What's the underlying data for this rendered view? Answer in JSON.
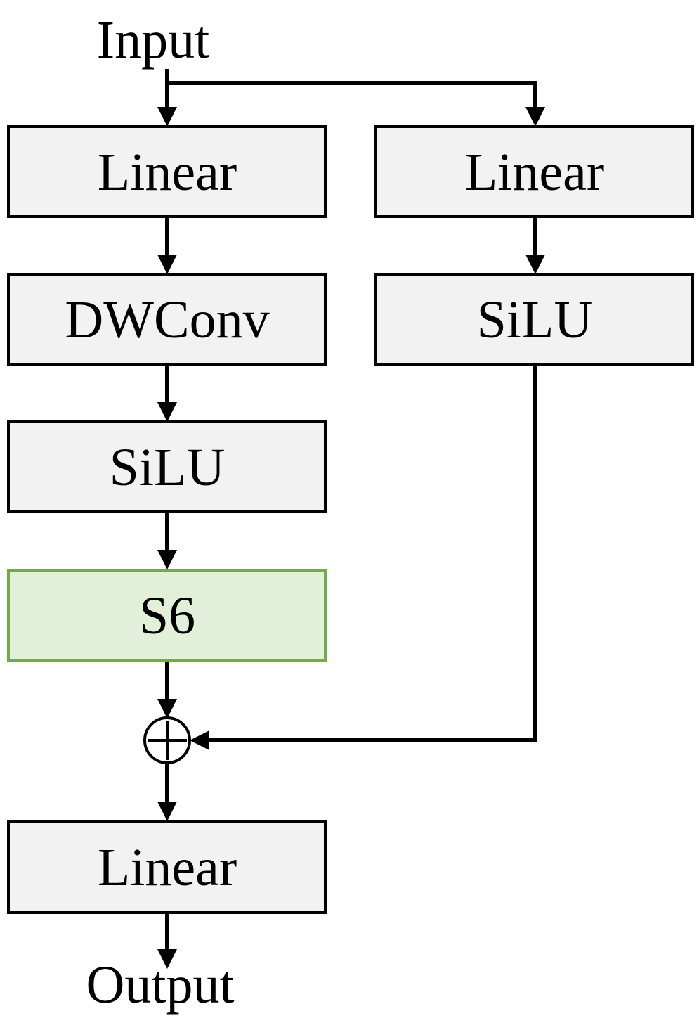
{
  "diagram": {
    "input_label": "Input",
    "output_label": "Output",
    "left_branch": {
      "linear_in": "Linear",
      "dwconv": "DWConv",
      "silu": "SiLU",
      "s6": "S6"
    },
    "right_branch": {
      "linear": "Linear",
      "silu": "SiLU"
    },
    "linear_out": "Linear",
    "merge_operator": "⊕",
    "colors": {
      "block_fill": "#f2f2f2",
      "s6_fill": "#e2f0d9",
      "s6_border": "#70ad47",
      "stroke": "#000000"
    }
  }
}
